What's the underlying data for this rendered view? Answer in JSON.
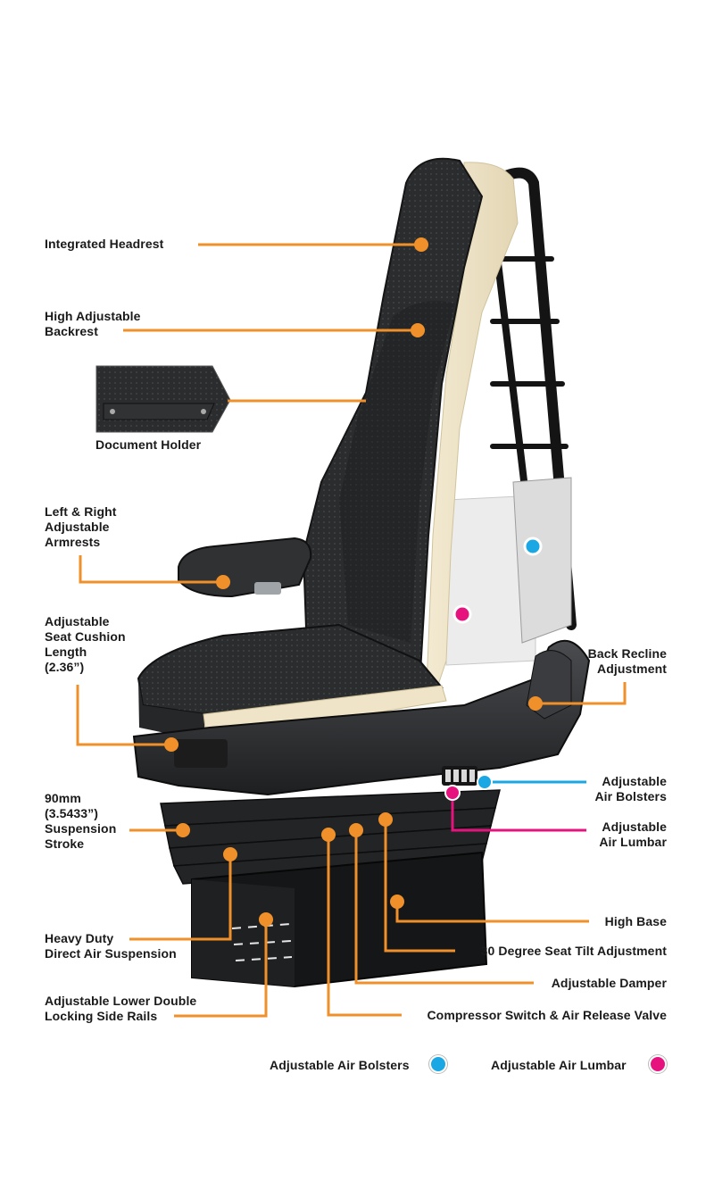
{
  "callouts": {
    "integrated_headrest": "Integrated Headrest",
    "high_backrest": "High Adjustable\nBackrest",
    "document_holder": "Document Holder",
    "armrests": "Left & Right\nAdjustable\nArmrests",
    "cushion_length": "Adjustable\nSeat Cushion\nLength\n(2.36”)",
    "suspension_stroke": "90mm\n(3.5433”)\nSuspension\nStroke",
    "heavy_duty": "Heavy Duty\nDirect Air Suspension",
    "side_rails": "Adjustable Lower Double\nLocking Side Rails",
    "back_recline": "Back Recline\nAdjustment",
    "air_bolsters": "Adjustable\nAir Bolsters",
    "air_lumbar": "Adjustable\nAir Lumbar",
    "high_base": "High Base",
    "seat_tilt": "30 Degree Seat Tilt Adjustment",
    "damper": "Adjustable Damper",
    "compressor": "Compressor Switch & Air Release Valve"
  },
  "legend": {
    "bolsters_label": "Adjustable Air Bolsters",
    "lumbar_label": "Adjustable Air Lumbar"
  },
  "colors": {
    "leader": "#f0902a",
    "bolster": "#1aa7e3",
    "lumbar": "#e6137f"
  }
}
